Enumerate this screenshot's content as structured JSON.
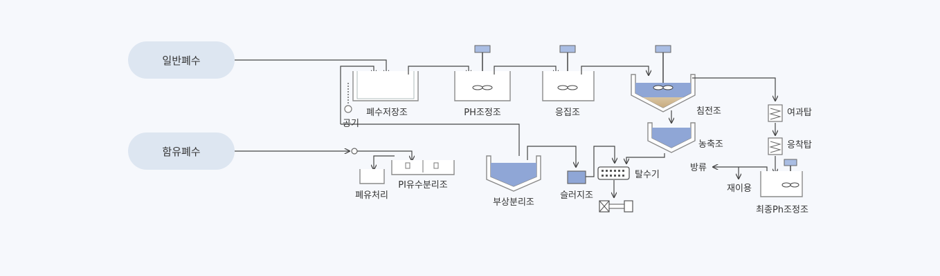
{
  "sources": {
    "general": "일반폐수",
    "oily": "함유폐수"
  },
  "labels": {
    "storage": "폐수저장조",
    "air": "공기",
    "ph_adjust": "PH조정조",
    "coagulation": "응집조",
    "settling": "침전조",
    "thickening": "농축조",
    "filter_tower": "여과탑",
    "adsorption_tower": "응착탑",
    "discharge": "방류",
    "reuse": "재이용",
    "final_ph": "최종Ph조정조",
    "oil_treatment": "폐유처리",
    "oil_separator": "PI유수분리조",
    "flotation": "부상분리조",
    "sludge": "슬러지조",
    "dewatering": "탈수기"
  },
  "colors": {
    "pill": "#dde6f1",
    "water": "#8fa6d6",
    "line": "#444444",
    "background": "#f6f8fc"
  }
}
